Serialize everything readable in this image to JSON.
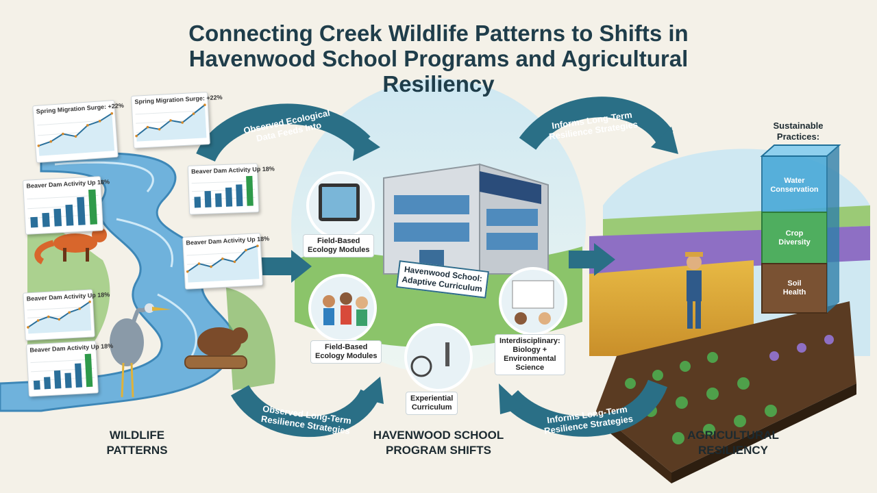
{
  "title": {
    "line1": "Connecting Creek Wildlife Patterns to Shifts in",
    "line2": "Havenwood School Programs and Agricultural",
    "line3": "Resiliency"
  },
  "sections": {
    "wildlife": {
      "line1": "WILDLIFE",
      "line2": "PATTERNS"
    },
    "school": {
      "line1": "HAVENWOOD SCHOOL",
      "line2": "PROGRAM SHIFTS"
    },
    "agri": {
      "line1": "AGRICULTURAL",
      "line2": "RESILIENCY"
    }
  },
  "arrows": {
    "top_left": {
      "line1": "Observed Ecological",
      "line2": "Data Feeds Into"
    },
    "top_right": {
      "line1": "Informs Long-Term",
      "line2": "Resilience Strategies"
    },
    "bottom_left": {
      "line1": "Observed Long-Term",
      "line2": "Resilience Strategies"
    },
    "bottom_right": {
      "line1": "Informs Long-Term",
      "line2": "Resilience Strategies"
    }
  },
  "charts": [
    {
      "title": "Spring Migration Surge: +22%",
      "type": "line",
      "values": [
        3,
        4,
        6,
        5,
        8,
        9,
        11
      ]
    },
    {
      "title": "Spring Migration Surge: +22%",
      "type": "line",
      "values": [
        2,
        5,
        4,
        7,
        6,
        9,
        12
      ]
    },
    {
      "title": "Beaver Dam Activity Up 18%",
      "type": "bar",
      "values": [
        3,
        4,
        5,
        6,
        8,
        10
      ]
    },
    {
      "title": "Beaver Dam Activity Up 18%",
      "type": "bar",
      "values": [
        4,
        6,
        5,
        7,
        8,
        11
      ]
    },
    {
      "title": "Beaver Dam Activity Up 18%",
      "type": "line",
      "values": [
        3,
        5,
        4,
        6,
        5,
        8,
        9
      ]
    },
    {
      "title": "Beaver Dam Activity Up 18%",
      "type": "line",
      "values": [
        2,
        4,
        5,
        4,
        6,
        7,
        9
      ]
    },
    {
      "title": "Beaver Dam Activity Up 18%",
      "type": "bar",
      "values": [
        3,
        4,
        6,
        5,
        8,
        11
      ]
    }
  ],
  "school": {
    "tag1": {
      "line1": "Field-Based",
      "line2": "Ecology Modules"
    },
    "tag2": {
      "line1": "Field-Based",
      "line2": "Ecology Modules"
    },
    "tag3": {
      "line1": "Experiential",
      "line2": "Curriculum"
    },
    "tag4": {
      "line1": "Interdisciplinary:",
      "line2": "Biology +",
      "line3": "Environmental",
      "line4": "Science"
    },
    "sign": {
      "line1": "Havenwood School:",
      "line2": "Adaptive Curriculum"
    }
  },
  "practices": {
    "title1": "Sustainable",
    "title2": "Practices:",
    "water": {
      "line1": "Water",
      "line2": "Conservation"
    },
    "crop": {
      "line1": "Crop",
      "line2": "Diversity"
    },
    "soil": {
      "line1": "Soil",
      "line2": "Health"
    }
  },
  "colors": {
    "accent": "#2a6f86",
    "water": "#5aa7d6",
    "text": "#1f3d4a"
  }
}
